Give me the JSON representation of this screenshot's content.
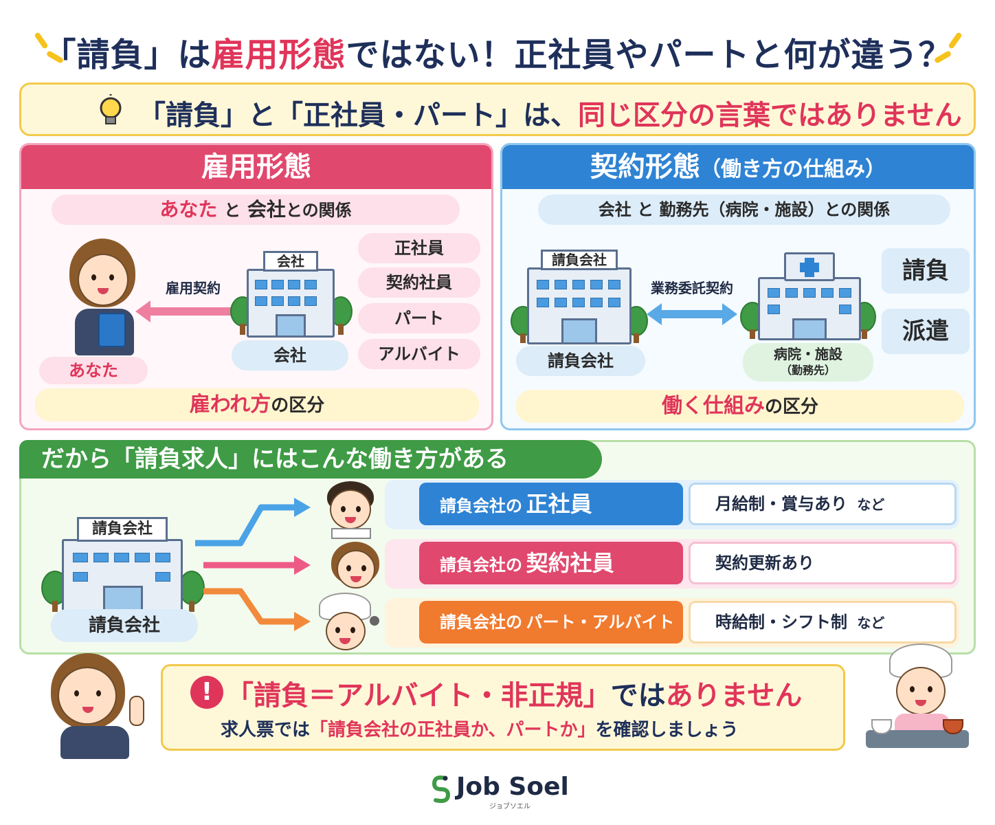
{
  "header": {
    "title_part1": "「請負」は",
    "title_part2": "雇用形態",
    "title_part3": "ではない！正社員やパートと何が違う？"
  },
  "subtitle": {
    "part1": "「請負」と「正社員・パート」は、",
    "part2": "同じ区分の言葉ではありません"
  },
  "employment": {
    "heading": "雇用形態",
    "relation_you": "あなた",
    "relation_and": "と",
    "relation_company": "会社",
    "relation_suffix": "との関係",
    "arrow_label": "雇用契約",
    "building_sign": "会社",
    "person_label": "あなた",
    "company_label": "会社",
    "types": [
      "正社員",
      "契約社員",
      "パート",
      "アルバイト"
    ],
    "category_highlight": "雇われ方",
    "category_suffix": "の区分"
  },
  "contract": {
    "heading": "契約形態",
    "heading_sub": "（働き方の仕組み）",
    "relation": "会社 と 勤務先（病院・施設）との関係",
    "building_sign": "請負会社",
    "arrow_label": "業務委託契約",
    "company_label": "請負会社",
    "site_label_line1": "病院・施設",
    "site_label_line2": "（勤務先）",
    "types": [
      "請負",
      "派遣"
    ],
    "category_highlight": "働く仕組み",
    "category_suffix": "の区分"
  },
  "examples": {
    "heading": "だから「請負求人」にはこんな働き方がある",
    "building_sign": "請負会社",
    "company_label": "請負会社",
    "rows": [
      {
        "prefix": "請負会社の",
        "title": "正社員",
        "desc": "月給制・賞与あり",
        "note": "など",
        "color": "#2e83d4",
        "bg": "#e4f1fb"
      },
      {
        "prefix": "請負会社の",
        "title": "契約社員",
        "desc": "契約更新あり",
        "note": "",
        "color": "#e0486d",
        "bg": "#fde6ee"
      },
      {
        "prefix": "請負会社の",
        "title": "パート・アルバイト",
        "desc": "時給制・シフト制",
        "note": "など",
        "color": "#f07a2e",
        "bg": "#fff3dc"
      }
    ]
  },
  "notice": {
    "mark": "!",
    "line1_red": "「請負＝アルバイト・非正規」",
    "line1_dark": "では",
    "line1_red2": "ありません",
    "line2_prefix": "求人票では",
    "line2_red": "「請負会社の正社員か、パートか」",
    "line2_suffix": "を確認しましょう"
  },
  "logo": {
    "name": "Job Soel",
    "kana": "ジョブソエル"
  }
}
